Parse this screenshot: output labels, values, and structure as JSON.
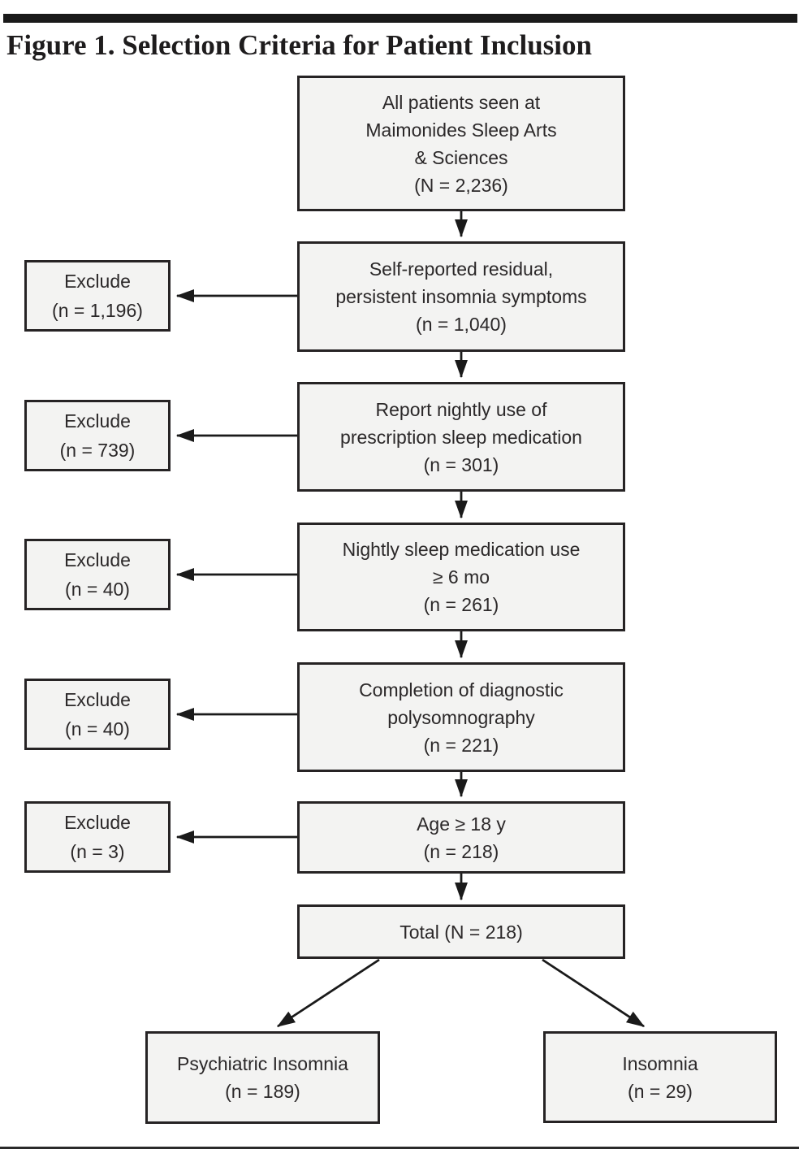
{
  "figure": {
    "title": "Figure 1. Selection Criteria for Patient Inclusion"
  },
  "flow": {
    "main": [
      {
        "text": "All patients seen at\nMaimonides Sleep Arts\n& Sciences\n(N = 2,236)"
      },
      {
        "text": "Self-reported residual,\npersistent insomnia symptoms\n(n = 1,040)"
      },
      {
        "text": "Report nightly use of\nprescription sleep medication\n(n = 301)"
      },
      {
        "text": "Nightly sleep medication use\n≥ 6 mo\n(n = 261)"
      },
      {
        "text": "Completion of diagnostic\npolysomnography\n(n = 221)"
      },
      {
        "text": "Age ≥ 18 y\n(n = 218)"
      },
      {
        "text": "Total (N = 218)"
      }
    ],
    "exclude": [
      {
        "text": "Exclude\n(n = 1,196)"
      },
      {
        "text": "Exclude\n(n = 739)"
      },
      {
        "text": "Exclude\n(n = 40)"
      },
      {
        "text": "Exclude\n(n = 40)"
      },
      {
        "text": "Exclude\n(n = 3)"
      }
    ],
    "outcomes": [
      {
        "text": "Psychiatric Insomnia\n(n = 189)"
      },
      {
        "text": "Insomnia\n(n = 29)"
      }
    ]
  },
  "colors": {
    "box_fill": "#f3f3f2",
    "box_border": "#262324",
    "arrow": "#1a1a1a",
    "text": "#2b2829",
    "rule_top": "#1a1a1a",
    "rule_bottom": "#2a2a2a"
  }
}
